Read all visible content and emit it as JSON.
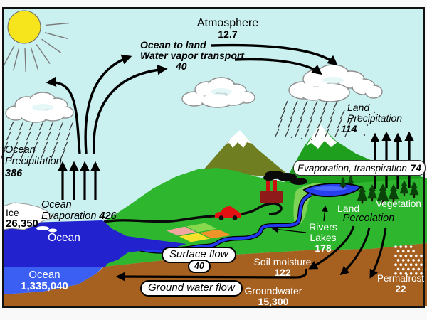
{
  "labels": {
    "atmosphere": {
      "title": "Atmosphere",
      "value": "12.7"
    },
    "transport": {
      "line1": "Ocean to land",
      "line2": "Water vapor transport",
      "value": "40"
    },
    "ocean_precipitation": {
      "line1": "Ocean",
      "line2": "Precipitation",
      "value": "386"
    },
    "ocean_evaporation": {
      "line1": "Ocean",
      "line2": "Evaporation",
      "value": "426"
    },
    "land_precipitation": {
      "line1": "Land",
      "line2": "Precipitation",
      "value": "114"
    },
    "evaporation_transpiration": {
      "text": "Evaporation, transpiration",
      "value": "74"
    },
    "vegetation": {
      "text": "Vegetation"
    },
    "land": {
      "text": "Land"
    },
    "percolation": {
      "text": "Percolation"
    },
    "rivers_lakes": {
      "line1": "Rivers",
      "line2": "Lakes",
      "value": "178"
    },
    "surface_flow": {
      "text": "Surface flow",
      "value": "40"
    },
    "ground_water_flow": {
      "text": "Ground water flow"
    },
    "soil_moisture": {
      "text": "Soil moisture",
      "value": "122"
    },
    "groundwater": {
      "text": "Groundwater",
      "value": "15,300"
    },
    "permafrost": {
      "text": "Permafrost",
      "value": "22"
    },
    "ice": {
      "text": "Ice",
      "value": "26,350"
    },
    "ocean_surface": {
      "text": "Ocean"
    },
    "ocean_deep": {
      "text": "Ocean",
      "value": "1,335,040"
    }
  },
  "colors": {
    "sky": "#CBF0F0",
    "sun": "#F6E51C",
    "ocean": "#2222CF",
    "ocean_deep": "#3A5FF2",
    "river": "#2438F0",
    "lake": "#2740EE",
    "land_green": "#2FB62F",
    "pale_green": "#7ED357",
    "mountain_green": "#1E9F1E",
    "olive_mountain": "#6E7E20",
    "soil_brown": "#A6601F",
    "tree_green": "#09430A",
    "factory_body": "#8E1A1A",
    "chimney_red": "#CC1010",
    "car_red": "#E31212",
    "field_pink": "#F2A8A0",
    "field_green": "#88D84E",
    "field_orange": "#EF9428",
    "field_yellow": "#F7E22B",
    "ice_white": "#FFFFFF"
  }
}
